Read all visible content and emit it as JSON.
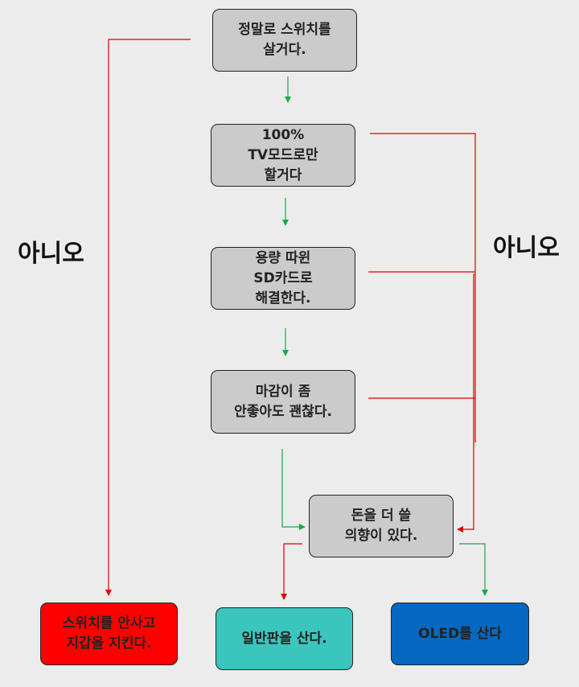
{
  "nodes": {
    "q1": "정말로 스위치를\n살거다.",
    "q2": "100%\nTV모드로만\n할거다",
    "q3": "용량 따윈\nSD카드로\n해결한다.",
    "q4": "마감이 좀\n안좋아도 괜찮다.",
    "q5": "돈을 더 쓸\n의향이 있다.",
    "r_no_buy": "스위치를 안사고\n지갑을 지킨다.",
    "r_regular": "일반판을 산다.",
    "r_oled": "OLED를 산다"
  },
  "labels": {
    "no_left": "아니오",
    "no_right": "아니오"
  },
  "colors": {
    "yes_arrow": "#1aa84a",
    "no_arrow": "#e00000",
    "node_gray": "#cbcbcb",
    "result_red": "#ff0000",
    "result_teal": "#3ac6bd",
    "result_blue": "#0568c1"
  }
}
